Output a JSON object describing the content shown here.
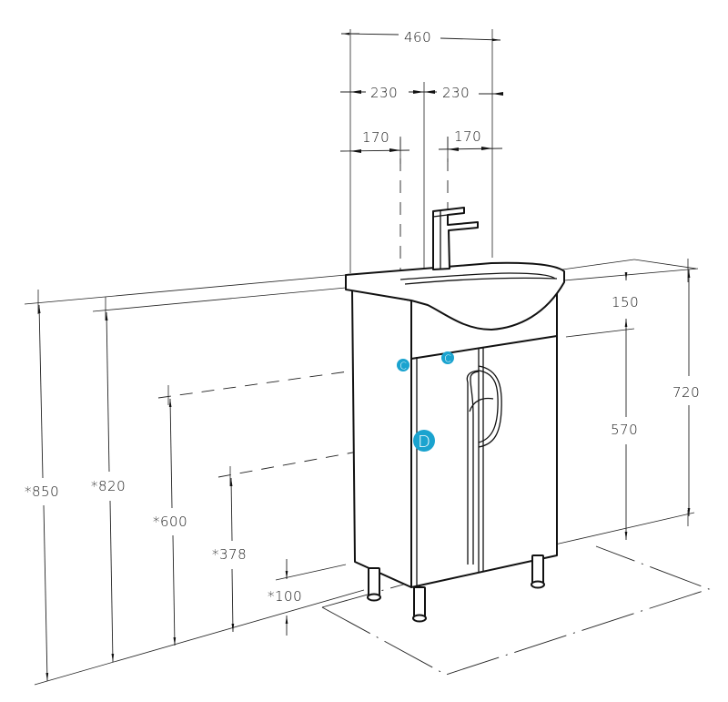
{
  "drawing": {
    "subject": "Bathroom vanity cabinet with washbasin and faucet",
    "line_color": "#111111",
    "marker_color": "#1aa3cf",
    "top_dimensions": {
      "overall_width": "460",
      "half_left": "230",
      "half_right": "230",
      "mount_left": "170",
      "mount_right": "170"
    },
    "right_dimensions": {
      "basin_height": "150",
      "cabinet_height": "570",
      "total_height": "720"
    },
    "left_dimensions": {
      "height_850": "*850",
      "height_820": "*820",
      "height_600": "*600",
      "height_378": "*378",
      "height_100": "*100"
    },
    "markers": [
      {
        "label": "C",
        "description": "mounting point left"
      },
      {
        "label": "C",
        "description": "mounting point right"
      },
      {
        "label": "D",
        "description": "drain point"
      }
    ]
  }
}
